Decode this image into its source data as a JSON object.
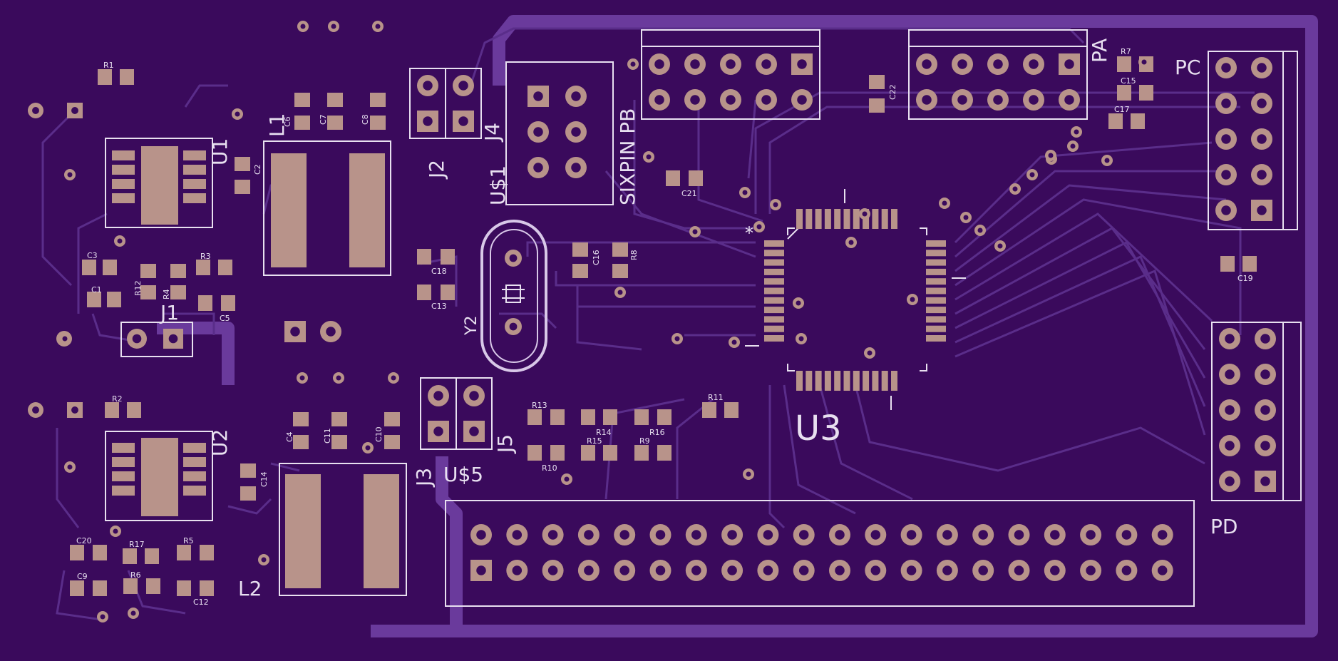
{
  "colors": {
    "board": "#3a0a5c",
    "copper_pad": "#b8938a",
    "silkscreen": "#e8e0f0",
    "trace": "#5a2d8a"
  },
  "labels": {
    "u1": "U1",
    "u2": "U2",
    "u3": "U3",
    "l1": "L1",
    "l2": "L2",
    "j1": "J1",
    "j2": "J2",
    "j3": "J3",
    "j4": "J4",
    "j5": "J5",
    "us1": "U$1",
    "us5": "U$5",
    "y2": "Y2",
    "pa": "PA",
    "pb": "SIXPIN PB",
    "pc": "PC",
    "pd": "PD"
  },
  "small_labels": {
    "r1": "R1",
    "r2": "R2",
    "r3": "R3",
    "r4": "R4",
    "r5": "R5",
    "r6": "R6",
    "r7": "R7",
    "r8": "R8",
    "r9": "R9",
    "r10": "R10",
    "r11": "R11",
    "r12": "R12",
    "r13": "R13",
    "r14": "R14",
    "r15": "R15",
    "r16": "R16",
    "r17": "R17",
    "c1": "C1",
    "c2": "C2",
    "c3": "C3",
    "c4": "C4",
    "c5": "C5",
    "c6": "C6",
    "c7": "C7",
    "c8": "C8",
    "c9": "C9",
    "c10": "C10",
    "c11": "C11",
    "c12": "C12",
    "c13": "C13",
    "c14": "C14",
    "c15": "C15",
    "c16": "C16",
    "c17": "C17",
    "c18": "C18",
    "c19": "C19",
    "c20": "C20",
    "c21": "C21",
    "c22": "C22"
  }
}
